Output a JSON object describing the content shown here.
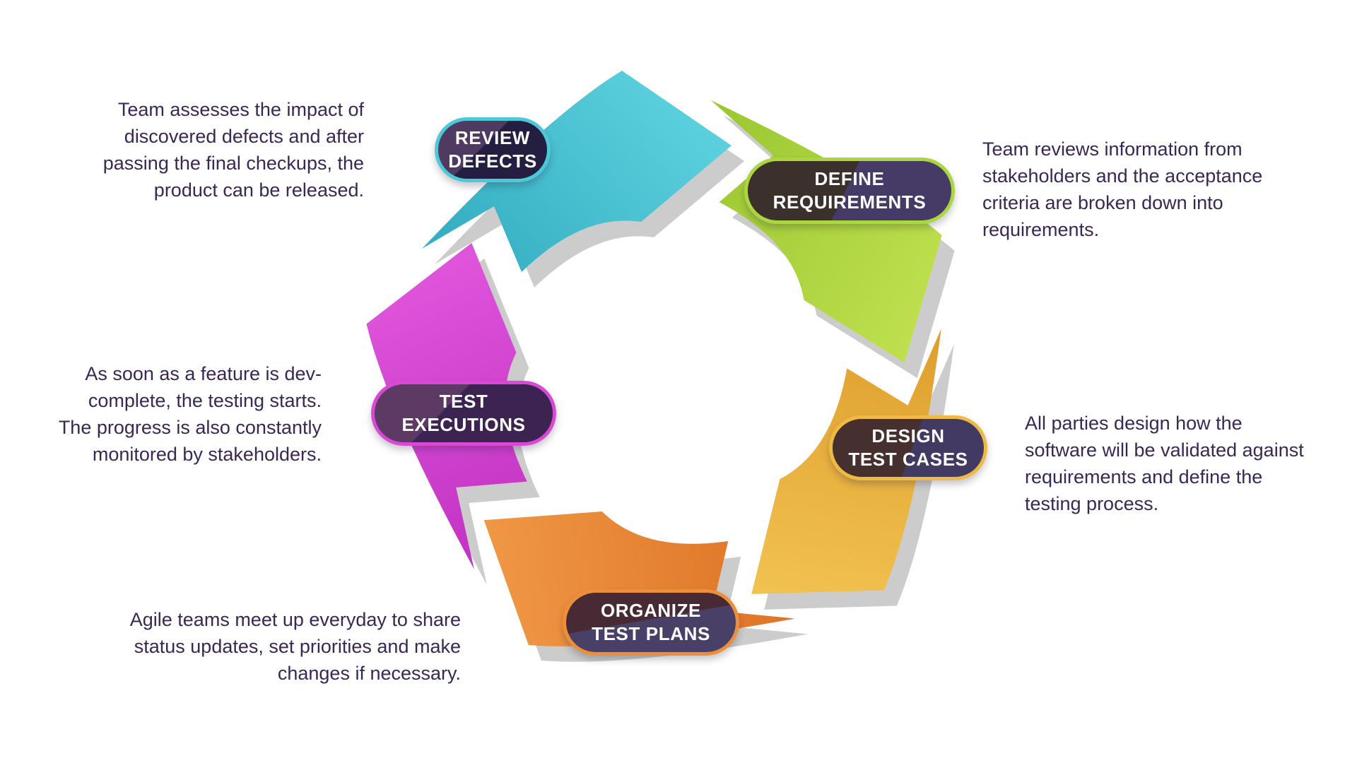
{
  "diagram": {
    "kind": "agile-testing-cycle",
    "background_color": "#ffffff",
    "shadow_color": "#cccccc",
    "note_text_color": "#3a2753",
    "pill_text_color": "#ffffff"
  },
  "cycle": {
    "steps": [
      {
        "id": "define-requirements",
        "label": "DEFINE\nREQUIREMENTS",
        "color": "#abd63f",
        "description": "Team reviews information from\nstakeholders and the acceptance\ncriteria are broken down into\nrequirements."
      },
      {
        "id": "design-test-cases",
        "label": "DESIGN\nTEST CASES",
        "color": "#eeb944",
        "description": "All parties design how the\nsoftware will be validated against\nrequirements and define the\ntesting process."
      },
      {
        "id": "organize-test-plans",
        "label": "ORGANIZE\nTEST PLANS",
        "color": "#ed8f3a",
        "description": "Agile teams meet up everyday to share\nstatus updates, set priorities and make\nchanges if necessary."
      },
      {
        "id": "test-executions",
        "label": "TEST\nEXECUTIONS",
        "color": "#d94ad4",
        "description": "As soon as a feature is dev-\ncomplete, the testing starts.\nThe progress is also constantly\nmonitored by stakeholders."
      },
      {
        "id": "review-defects",
        "label": "REVIEW\nDEFECTS",
        "color": "#4cc8d6",
        "description": "Team assesses the impact of\ndiscovered defects and after\npassing the final checkups, the\nproduct can be released."
      }
    ]
  }
}
